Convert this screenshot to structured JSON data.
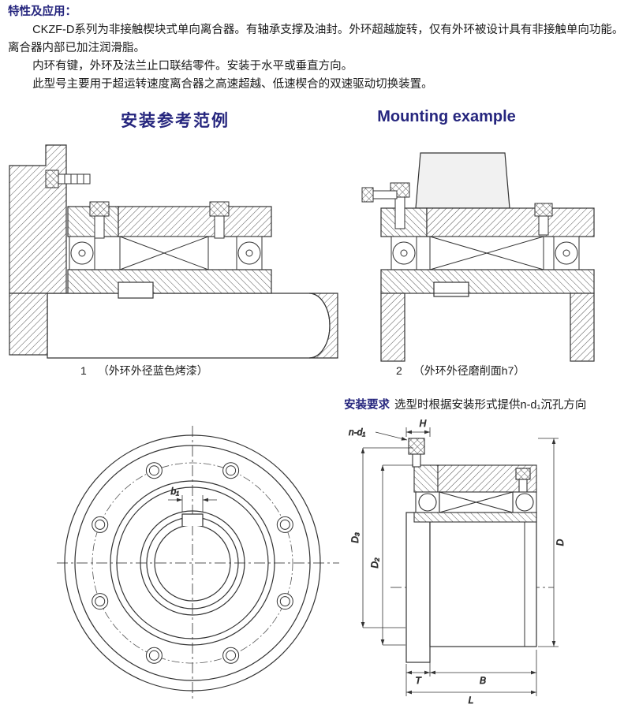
{
  "colors": {
    "heading_navy": "#26267e",
    "body_text": "#1a1a1a",
    "drawing_line": "#333333"
  },
  "intro": {
    "heading": "特性及应用：",
    "para1": "CKZF-D系列为非接触楔块式单向离合器。有轴承支撑及油封。外环超越旋转，仅有外环被设计具有非接触单向功能。离合器内部已加注润滑脂。",
    "para2": "内环有键，外环及法兰止口联结零件。安装于水平或垂直方向。",
    "para3": "此型号主要用于超运转速度离合器之高速超越、低速楔合的双速驱动切换装置。"
  },
  "section_headings": {
    "chinese": "安装参考范例",
    "english": "Mounting example"
  },
  "captions": {
    "fig1_number": "1",
    "fig1_text": "（外环外径蓝色烤漆）",
    "fig2_number": "2",
    "fig2_text": "（外环外径磨削面h7）"
  },
  "requirements": {
    "label": "安装要求",
    "text": "选型时根据安装形式提供n-d₁沉孔方向"
  },
  "dims": {
    "n_d1": "n-d₁",
    "H": "H",
    "D3": "D₃",
    "D2": "D₂",
    "D": "D",
    "T": "T",
    "B": "B",
    "L": "L",
    "b1": "b₁"
  }
}
